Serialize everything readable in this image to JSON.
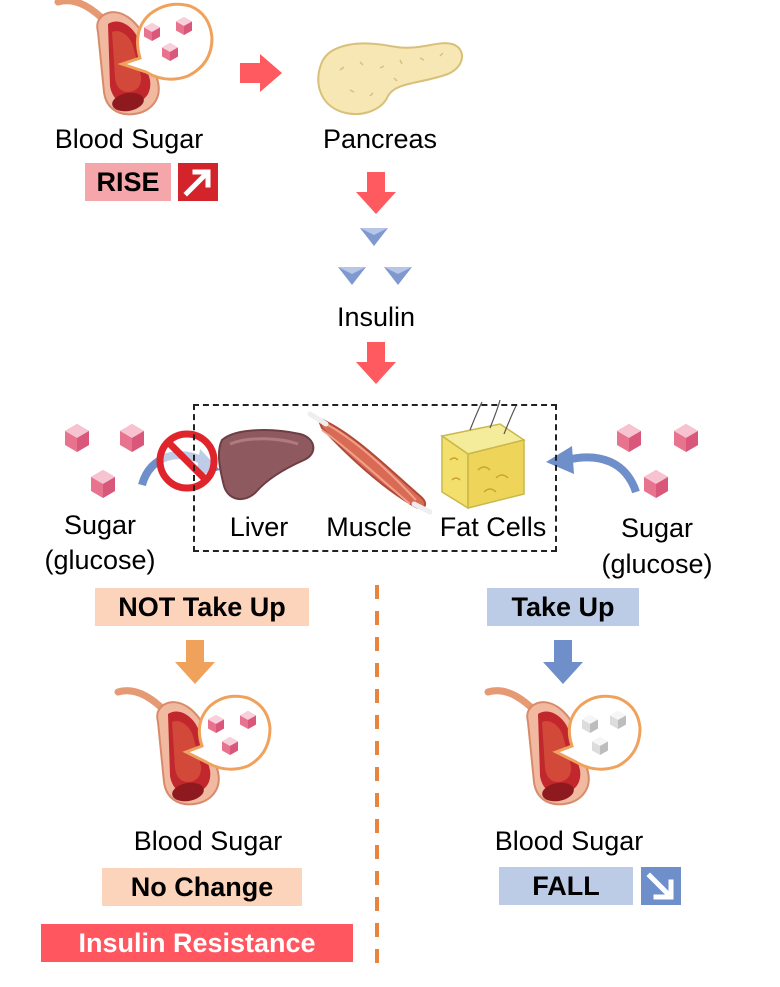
{
  "colors": {
    "rise_badge": "#f4a6aa",
    "red_arrow": "#ff5a5f",
    "orange_badge": "#fbd4bb",
    "orange_arrow": "#f0a25d",
    "blue_badge": "#bccbe6",
    "blue_arrow": "#6f8fca",
    "resistance_badge": "#ff5660",
    "divider": "#e8843c"
  },
  "top": {
    "blood_sugar_label": "Blood Sugar",
    "rise_label": "RISE",
    "pancreas_label": "Pancreas",
    "insulin_label": "Insulin"
  },
  "targets": {
    "liver_label": "Liver",
    "muscle_label": "Muscle",
    "fat_cells_label": "Fat Cells"
  },
  "left": {
    "sugar_label": "Sugar",
    "glucose_label": "(glucose)",
    "not_take_up_label": "NOT Take Up",
    "blood_sugar_label": "Blood Sugar",
    "no_change_label": "No Change",
    "insulin_resistance_label": "Insulin Resistance"
  },
  "right": {
    "sugar_label": "Sugar",
    "glucose_label": "(glucose)",
    "take_up_label": "Take Up",
    "blood_sugar_label": "Blood Sugar",
    "fall_label": "FALL"
  },
  "icons": [
    "blood-vessel-icon",
    "pancreas-icon",
    "insulin-crystal-icon",
    "liver-icon",
    "muscle-icon",
    "fat-tissue-icon",
    "glucose-cube-icon",
    "prohibited-icon",
    "arrow-up-right-icon",
    "arrow-down-right-icon"
  ]
}
